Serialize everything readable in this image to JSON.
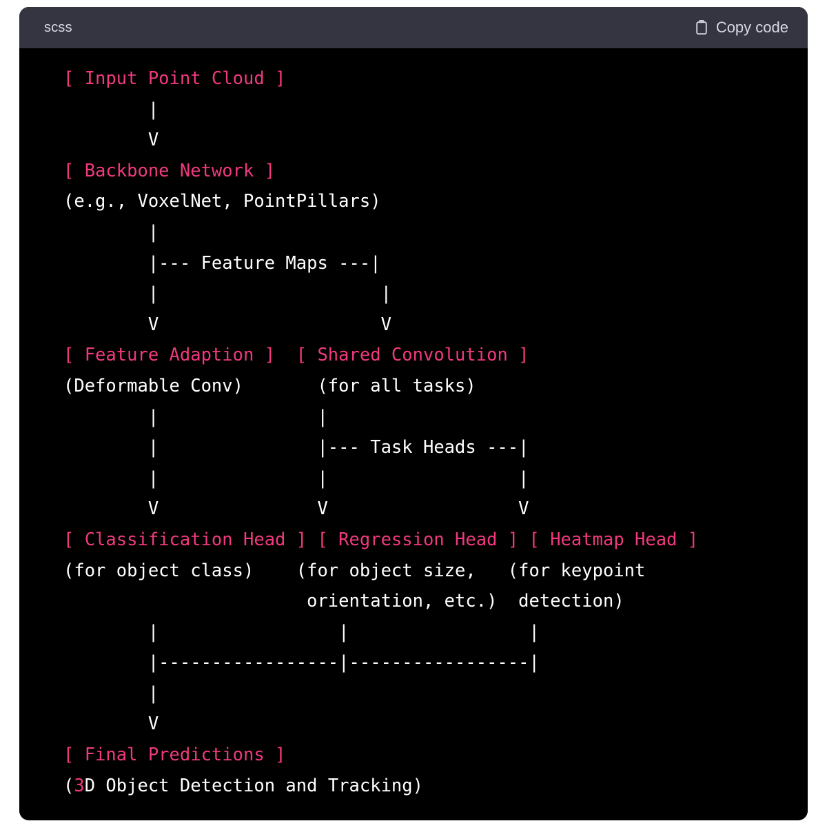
{
  "code_block": {
    "language_label": "scss",
    "copy_button": {
      "label": "Copy code",
      "icon": "clipboard-icon"
    },
    "theme": {
      "header_background": "#343541",
      "body_background": "#000000",
      "default_text": "#ffffff",
      "highlight_pink": "#f0397e",
      "page_background": "#ffffff"
    },
    "lines": [
      {
        "segments": [
          {
            "text": "[ Input Point Cloud ]",
            "cls": "tok-tag"
          }
        ]
      },
      {
        "segments": [
          {
            "text": "        |",
            "cls": "tok-plain"
          }
        ]
      },
      {
        "segments": [
          {
            "text": "        V",
            "cls": "tok-plain"
          }
        ]
      },
      {
        "segments": [
          {
            "text": "[ Backbone Network ]",
            "cls": "tok-tag"
          }
        ]
      },
      {
        "segments": [
          {
            "text": "(e.g., VoxelNet, PointPillars)",
            "cls": "tok-plain"
          }
        ]
      },
      {
        "segments": [
          {
            "text": "        |",
            "cls": "tok-plain"
          }
        ]
      },
      {
        "segments": [
          {
            "text": "        |--- Feature Maps ---|",
            "cls": "tok-plain"
          }
        ]
      },
      {
        "segments": [
          {
            "text": "        |                     |",
            "cls": "tok-plain"
          }
        ]
      },
      {
        "segments": [
          {
            "text": "        V                     V",
            "cls": "tok-plain"
          }
        ]
      },
      {
        "segments": [
          {
            "text": "[ Feature Adaption ]  [ Shared Convolution ]",
            "cls": "tok-tag"
          }
        ]
      },
      {
        "segments": [
          {
            "text": "(Deformable Conv)       (for all tasks)",
            "cls": "tok-plain"
          }
        ]
      },
      {
        "segments": [
          {
            "text": "        |               |",
            "cls": "tok-plain"
          }
        ]
      },
      {
        "segments": [
          {
            "text": "        |               |--- Task Heads ---|",
            "cls": "tok-plain"
          }
        ]
      },
      {
        "segments": [
          {
            "text": "        |               |                  |",
            "cls": "tok-plain"
          }
        ]
      },
      {
        "segments": [
          {
            "text": "        V               V                  V",
            "cls": "tok-plain"
          }
        ]
      },
      {
        "segments": [
          {
            "text": "[ Classification Head ] [ Regression Head ] [ Heatmap Head ]",
            "cls": "tok-tag"
          }
        ]
      },
      {
        "segments": [
          {
            "text": "(for object class)    (for object size,   (for keypoint",
            "cls": "tok-plain"
          }
        ]
      },
      {
        "segments": [
          {
            "text": "                       orientation, etc.)  detection)",
            "cls": "tok-plain"
          }
        ]
      },
      {
        "segments": [
          {
            "text": "        |                 |                 |",
            "cls": "tok-plain"
          }
        ]
      },
      {
        "segments": [
          {
            "text": "        |-----------------|-----------------|",
            "cls": "tok-plain"
          }
        ]
      },
      {
        "segments": [
          {
            "text": "        |",
            "cls": "tok-plain"
          }
        ]
      },
      {
        "segments": [
          {
            "text": "        V",
            "cls": "tok-plain"
          }
        ]
      },
      {
        "segments": [
          {
            "text": "[ Final Predictions ]",
            "cls": "tok-tag"
          }
        ]
      },
      {
        "segments": [
          {
            "text": "(",
            "cls": "tok-plain"
          },
          {
            "text": "3",
            "cls": "tok-num"
          },
          {
            "text": "D Object Detection and Tracking)",
            "cls": "tok-plain"
          }
        ]
      }
    ]
  }
}
